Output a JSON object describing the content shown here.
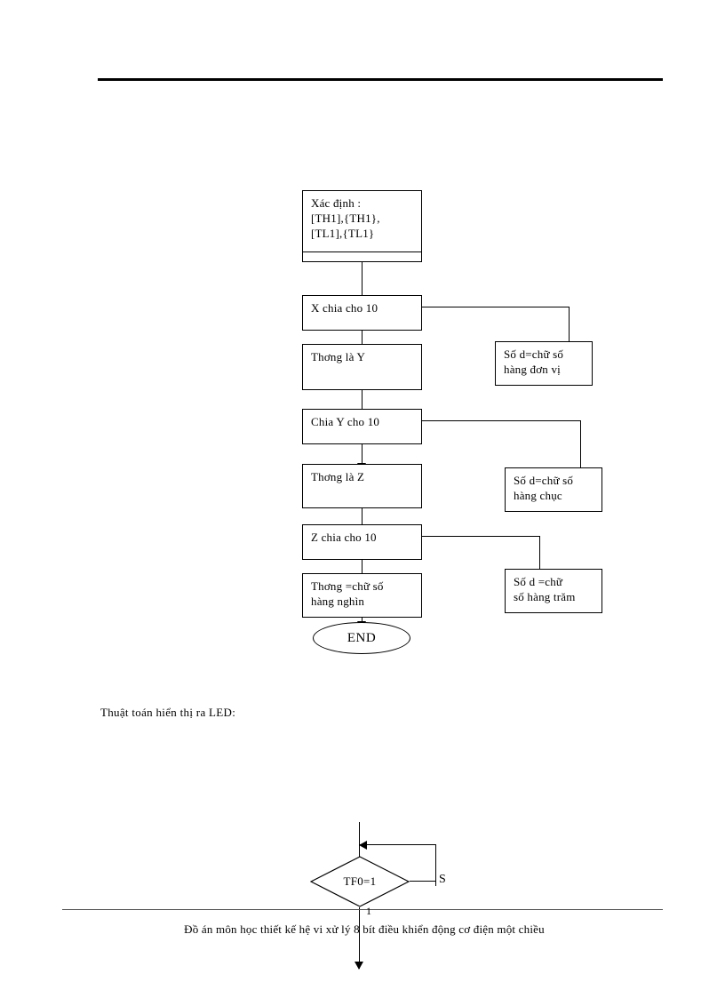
{
  "document": {
    "page_number": "1",
    "footer_text": "Đồ án môn học thiết kế hệ vi xử lý 8 bít điều khiển động cơ điện một chiều",
    "body_text": "Thuật toán hiển thị ra LED:"
  },
  "flowchart_top": {
    "nodes": {
      "init": "Xác định :\n[TH1],{TH1},\n[TL1],{TL1}",
      "divide_x": "X chia cho 10",
      "quotient_y": "Thơng   là Y",
      "digit_ones": "Số d=chữ  số\nhàng đơn vị",
      "divide_y": "Chia Y cho 10",
      "quotient_z": "Thơng  là Z",
      "digit_tens": "Số d=chữ  số\nhàng chục",
      "divide_z": "Z chia cho 10",
      "quotient_thousands": "Thơng   =chữ số\nhàng nghìn",
      "digit_hundreds": "Số d  =chữ\nsố hàng trăm",
      "end": "END"
    }
  },
  "flowchart_bottom": {
    "decision": "TF0=1",
    "branch_label_s": "S"
  }
}
